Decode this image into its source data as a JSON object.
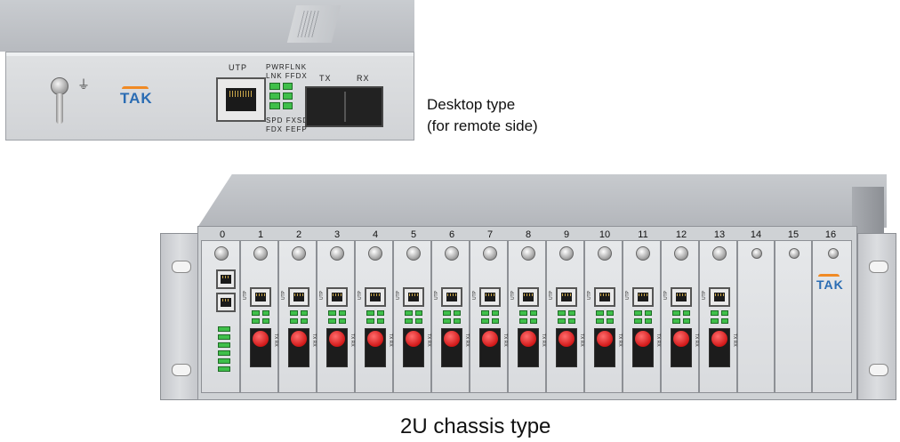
{
  "desktop": {
    "logo": "TAK",
    "ground_symbol": "⏚",
    "utp_label": "UTP",
    "led_labels_top": [
      "PWR",
      "FLNK",
      "LNK",
      "FFDX"
    ],
    "led_labels_bottom": [
      "SPD",
      "FXSD",
      "FDX",
      "FEFP"
    ],
    "tx_label": "TX",
    "rx_label": "RX",
    "caption_line1": "Desktop type",
    "caption_line2": "(for remote side)"
  },
  "chassis": {
    "logo": "TAK",
    "slot_numbers": [
      "0",
      "1",
      "2",
      "3",
      "4",
      "5",
      "6",
      "7",
      "8",
      "9",
      "10",
      "11",
      "12",
      "13",
      "14",
      "15",
      "16"
    ],
    "caption": "2U chassis type",
    "card_tiny_label": "UTP",
    "card_tx_rx": "TX RX"
  },
  "colors": {
    "logo_blue": "#2a6cb3",
    "logo_orange": "#f08a24",
    "led_green": "#3fbf4a",
    "fiber_cap_red": "#d11818"
  },
  "icons": [
    "ground-screw-icon",
    "ground-symbol-icon",
    "rj45-port-icon",
    "fiber-port-icon",
    "thumbscrew-icon"
  ]
}
